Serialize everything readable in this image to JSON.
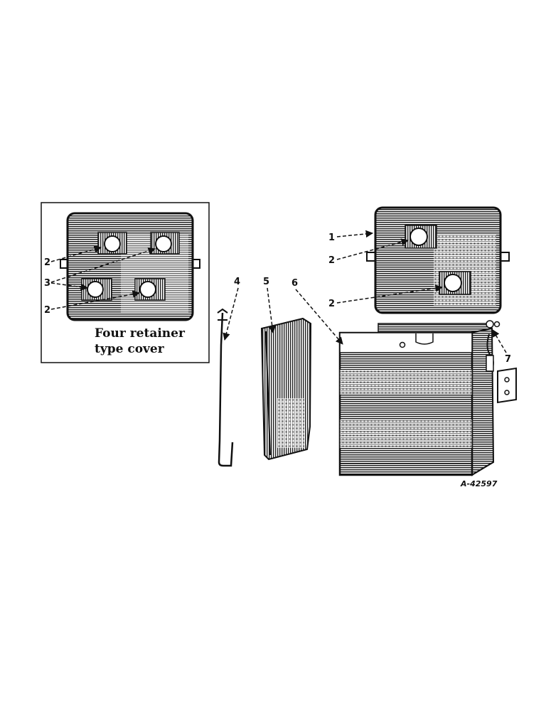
{
  "inset": {
    "caption_line1": "Four retainer",
    "caption_line2": "type cover"
  },
  "callouts": {
    "c1": "1",
    "c2": "2",
    "c3": "3",
    "c4": "4",
    "c5": "5",
    "c6": "6",
    "c7": "7"
  },
  "drawing_number": "A-42597",
  "colors": {
    "ink": "#111111",
    "paper": "#ffffff"
  }
}
